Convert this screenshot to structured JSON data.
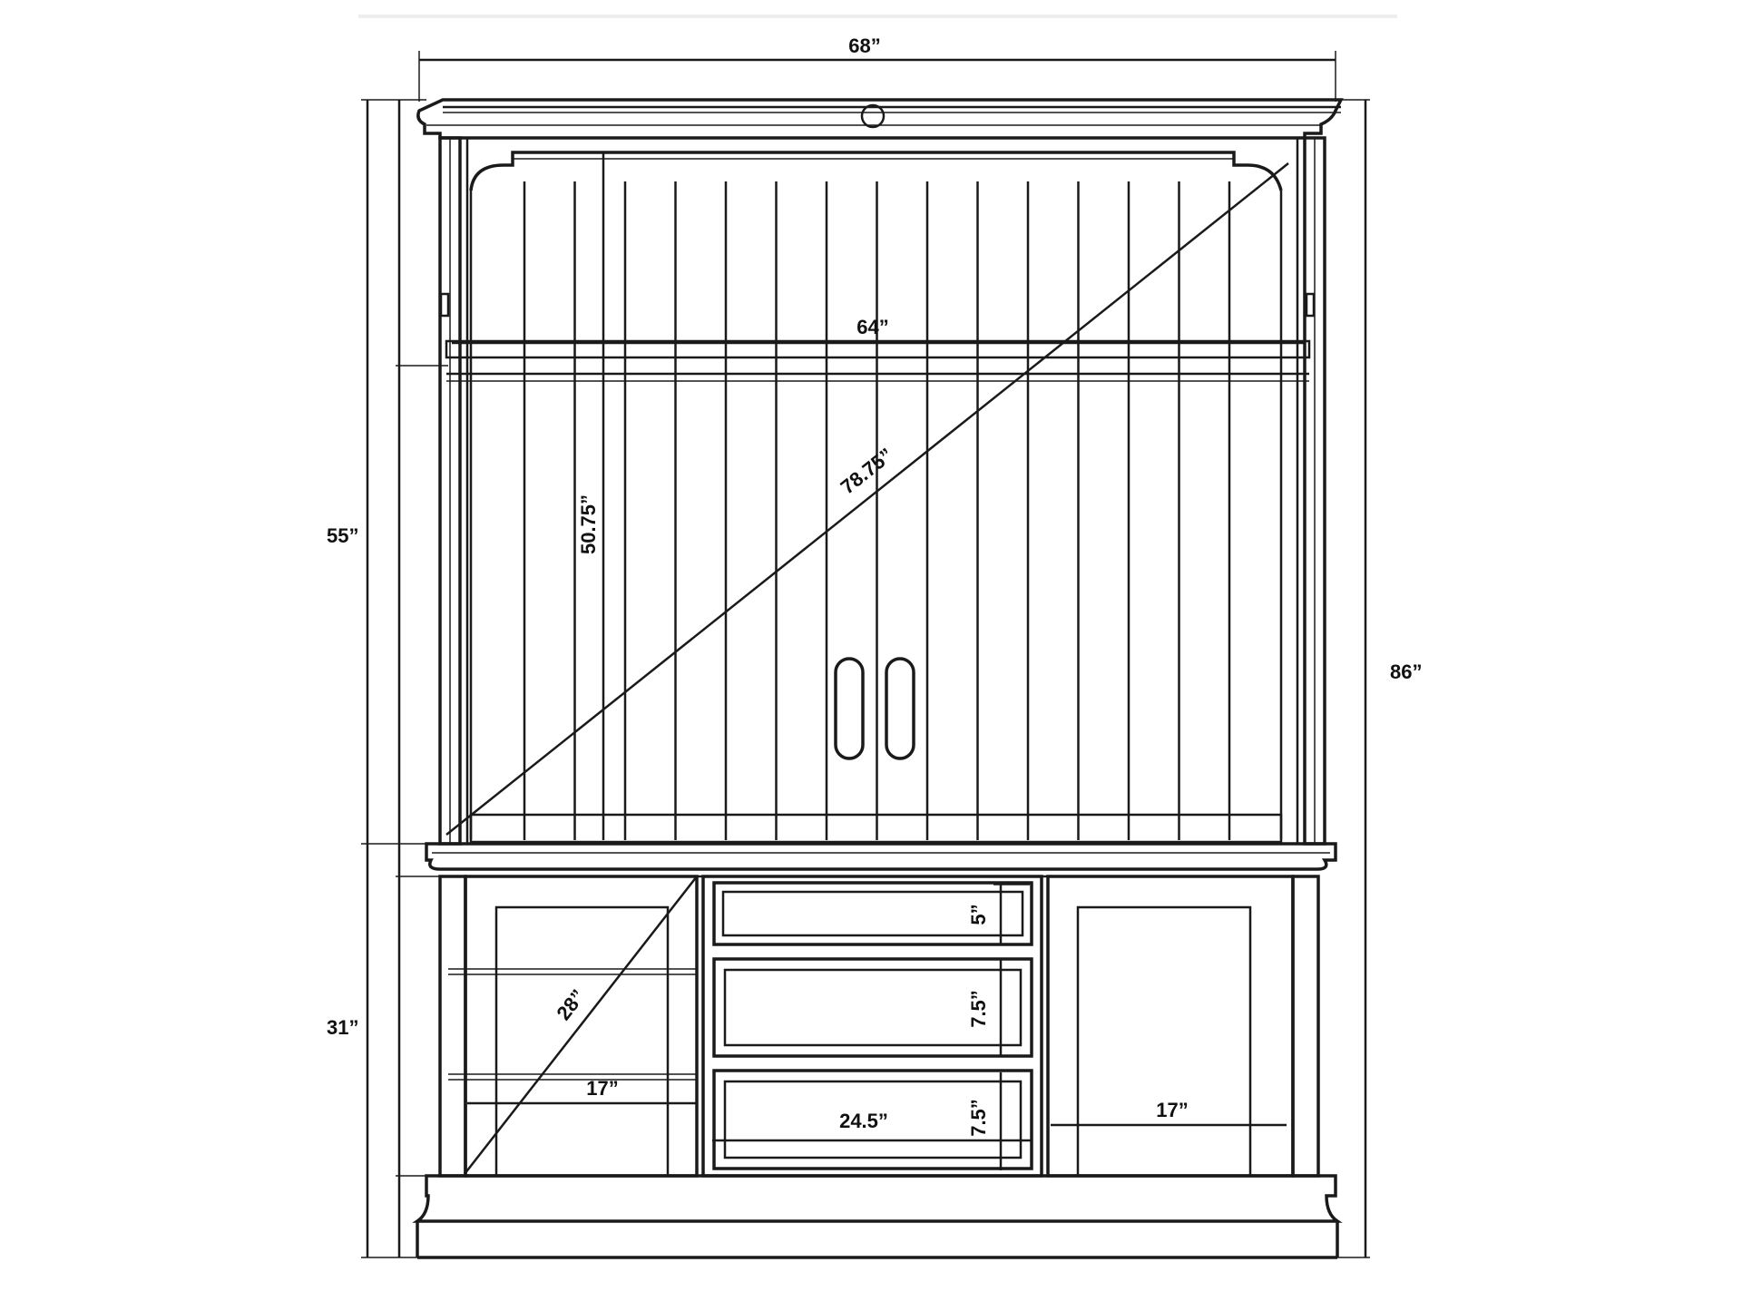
{
  "drawing": {
    "kind": "entertainment-center-elevation",
    "line_color": "#1a1a1a",
    "background_color": "#ffffff"
  },
  "dimensions": {
    "overall_width": "68”",
    "overall_height": "86”",
    "hutch_height": "55”",
    "base_height": "31”",
    "tv_opening_width": "64”",
    "tv_opening_height": "50.75”",
    "tv_diagonal": "78.75”",
    "side_cabinet_diagonal": "28”",
    "left_cabinet_width": "17”",
    "right_cabinet_width": "17”",
    "drawer_width": "24.5”",
    "top_drawer_height": "5”",
    "middle_drawer_height": "7.5”",
    "bottom_drawer_height": "7.5”"
  }
}
